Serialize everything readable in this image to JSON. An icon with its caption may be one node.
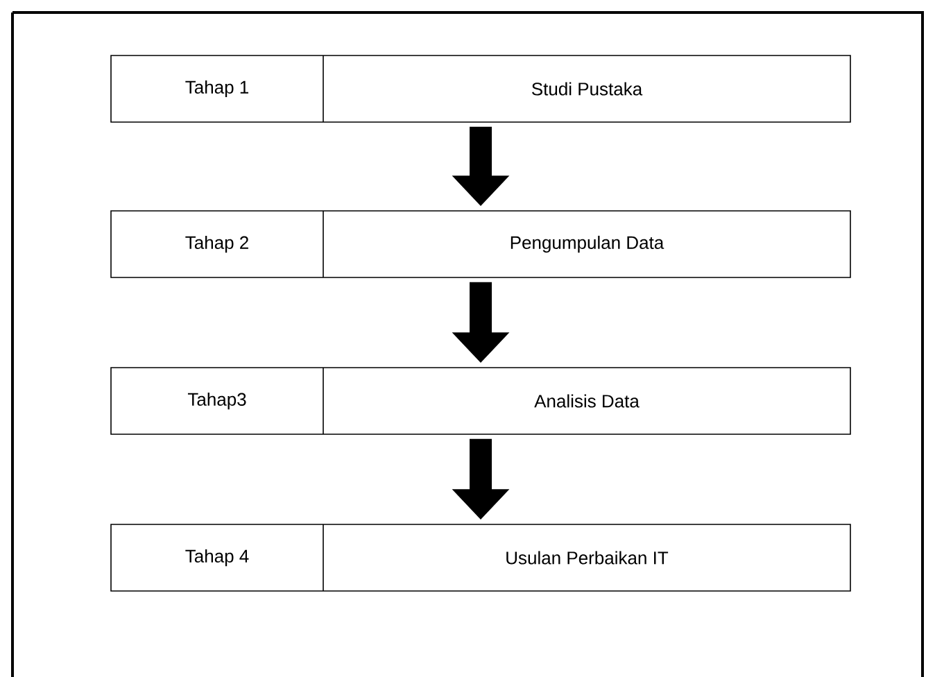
{
  "diagram": {
    "nodes": [
      {
        "text": [
          "Tahap 1",
          "Studi Pustaka"
        ]
      },
      {
        "text": [
          "Tahap 2",
          "Pengumpulan Data"
        ]
      },
      {
        "text": [
          "Tahap3",
          "Analisis Data"
        ]
      },
      {
        "text": [
          "Tahap 4",
          "Usulan Perbaikan IT"
        ]
      }
    ],
    "edges": [
      {
        "from": 0,
        "to": 1,
        "arrow": "to"
      },
      {
        "from": 1,
        "to": 2,
        "arrow": "to"
      },
      {
        "from": 2,
        "to": 3,
        "arrow": "to"
      }
    ]
  }
}
